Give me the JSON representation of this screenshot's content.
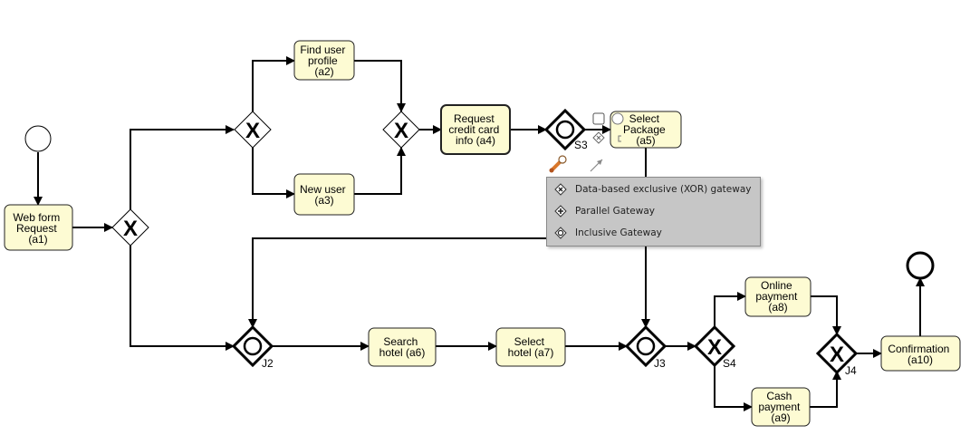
{
  "diagram": {
    "tasks": {
      "a1": [
        "Web form",
        "Request",
        "(a1)"
      ],
      "a2": [
        "Find user",
        "profile",
        "(a2)"
      ],
      "a3": [
        "New user",
        "(a3)"
      ],
      "a4": [
        "Request",
        "credit card",
        "info (a4)"
      ],
      "a5": [
        "Select",
        "Package",
        "(a5)"
      ],
      "a6": [
        "Search",
        "hotel (a6)"
      ],
      "a7": [
        "Select",
        "hotel (a7)"
      ],
      "a8": [
        "Online",
        "payment",
        "(a8)"
      ],
      "a9": [
        "Cash",
        "payment",
        "(a9)"
      ],
      "a10": [
        "Confirmation",
        "(a10)"
      ]
    },
    "gateway_labels": {
      "S3": "S3",
      "J2": "J2",
      "J3": "J3",
      "S4": "S4",
      "J4": "J4"
    },
    "selected": "S3"
  },
  "context_menu": {
    "items": [
      {
        "label": "Data-based exclusive (XOR) gateway",
        "icon": "xor-gateway-icon"
      },
      {
        "label": "Parallel Gateway",
        "icon": "parallel-gateway-icon"
      },
      {
        "label": "Inclusive Gateway",
        "icon": "inclusive-gateway-icon"
      }
    ]
  }
}
